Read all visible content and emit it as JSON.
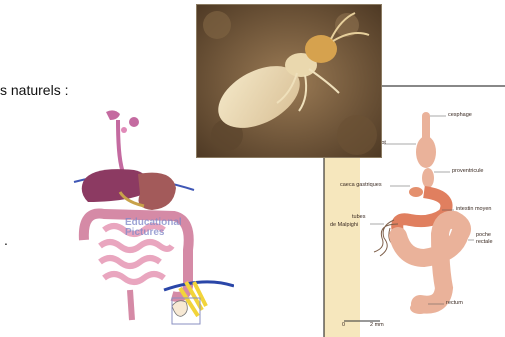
{
  "intro_text": "s naturels :",
  "trailing_dot": ".",
  "human_figure": {
    "watermark_line1": "Educational",
    "watermark_line2": "Pictures"
  },
  "termite_gut_diagram": {
    "labels": {
      "esophagus": "cesphage",
      "jabot": "jabot",
      "proventricule": "proventricule",
      "caeca": "caeca gastriques",
      "intestin": "intestin moyen",
      "malpighi_line1": "tubes",
      "malpighi_line2": "de Malpighi",
      "pocheline1": "poche",
      "pocheline2": "rectale",
      "rectum": "rectum"
    },
    "scale_start": "0",
    "scale_end": "2 mm"
  },
  "colors": {
    "gut_pink": "#eab29a",
    "gut_dark": "#e07f5f",
    "panel_tan": "#f6e7bd",
    "photo_soil": "#6e5438",
    "termite_body": "#e9d7b0"
  }
}
